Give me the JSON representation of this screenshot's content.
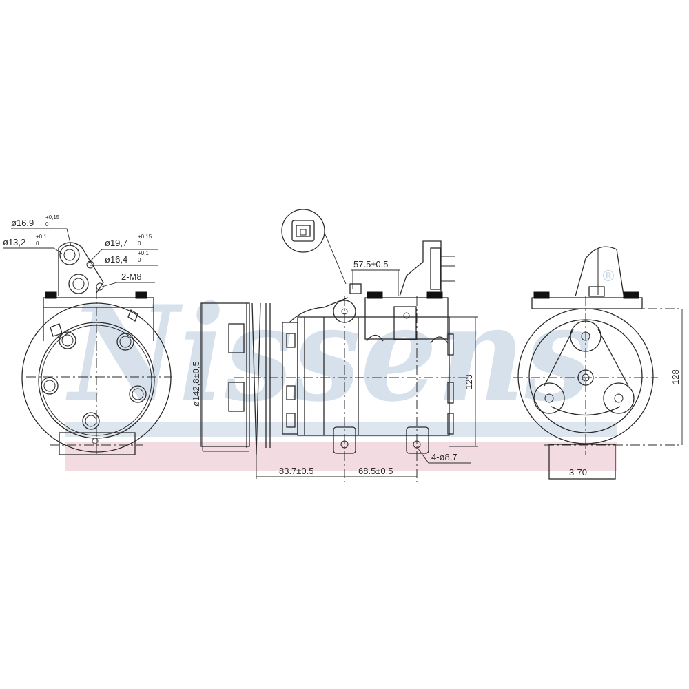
{
  "watermark": {
    "brand": "Nissens",
    "registered_mark": "®",
    "brand_color": "#d6e1ec",
    "band_blue": "#dde6ef",
    "band_pink": "#f3dce1"
  },
  "colors": {
    "line": "#2a2a2a",
    "background": "#ffffff"
  },
  "front_view": {
    "labels": {
      "port1": "ø16,9",
      "port1_tol_upper": "+0,15",
      "port1_tol_lower": "0",
      "port2": "ø13,2",
      "port2_tol_upper": "+0,1",
      "port2_tol_lower": "0",
      "port3": "ø19,7",
      "port3_tol_upper": "+0,15",
      "port3_tol_lower": "0",
      "port4": "ø16,4",
      "port4_tol_upper": "+0,1",
      "port4_tol_lower": "0",
      "thread": "2-M8"
    }
  },
  "side_view": {
    "labels": {
      "pulley_diameter": "ø142,8±0,5",
      "connector_offset": "57.5±0.5",
      "height": "123",
      "pulley_to_mount": "83.7±0.5",
      "mount_spacing": "68.5±0.5",
      "mount_holes": "4-ø8,7"
    },
    "connector_callout": "electrical-connector-detail"
  },
  "rear_view": {
    "labels": {
      "height": "128",
      "width": "3-70"
    }
  }
}
